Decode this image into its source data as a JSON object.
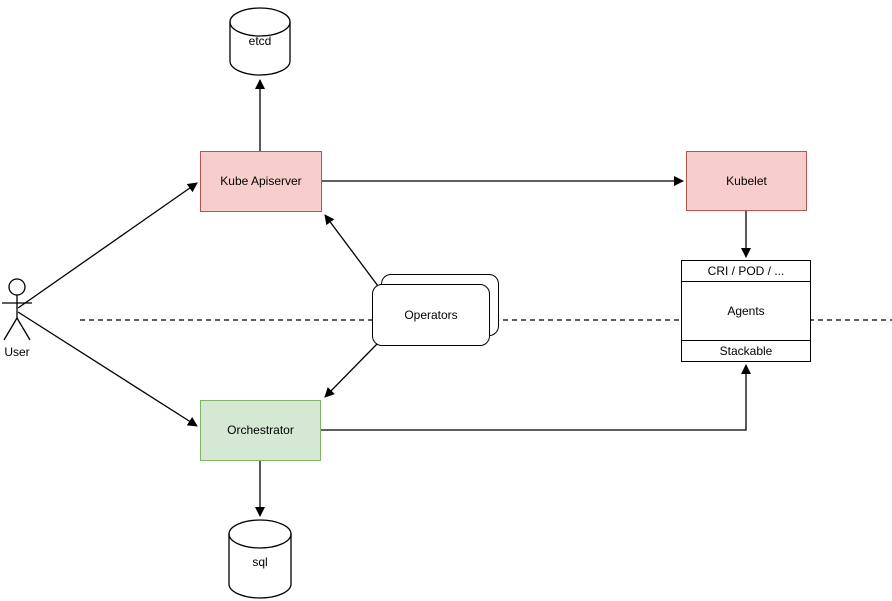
{
  "colors": {
    "red_fill": "#f8cecc",
    "red_stroke": "#b85450",
    "green_fill": "#d5e8d4",
    "green_stroke": "#82b366",
    "line": "#000000",
    "background": "#ffffff"
  },
  "actor": {
    "label": "User"
  },
  "nodes": {
    "etcd": {
      "label": "etcd",
      "shape": "cylinder"
    },
    "kube_apiserver": {
      "label": "Kube Apiserver",
      "color": "red"
    },
    "kubelet": {
      "label": "Kubelet",
      "color": "red"
    },
    "operators": {
      "label": "Operators",
      "shape": "stacked-rounded-rect"
    },
    "node_stack": {
      "rows": [
        "CRI / POD / ...",
        "Agents",
        "Stackable"
      ]
    },
    "orchestrator": {
      "label": "Orchestrator",
      "color": "green"
    },
    "sql": {
      "label": "sql",
      "shape": "cylinder"
    }
  },
  "edges": [
    {
      "from": "User",
      "to": "Kube Apiserver",
      "arrow": true
    },
    {
      "from": "User",
      "to": "Orchestrator",
      "arrow": true
    },
    {
      "from": "Kube Apiserver",
      "to": "etcd",
      "arrow": true
    },
    {
      "from": "Kube Apiserver",
      "to": "Kubelet",
      "arrow": true
    },
    {
      "from": "Operators",
      "to": "Kube Apiserver",
      "arrow": true
    },
    {
      "from": "Operators",
      "to": "Orchestrator",
      "arrow": true
    },
    {
      "from": "Kubelet",
      "to": "CRI / POD / ...",
      "arrow": true
    },
    {
      "from": "Orchestrator",
      "to": "Stackable",
      "arrow": true
    },
    {
      "from": "Orchestrator",
      "to": "sql",
      "arrow": true
    }
  ],
  "separator": {
    "style": "dashed-horizontal"
  }
}
